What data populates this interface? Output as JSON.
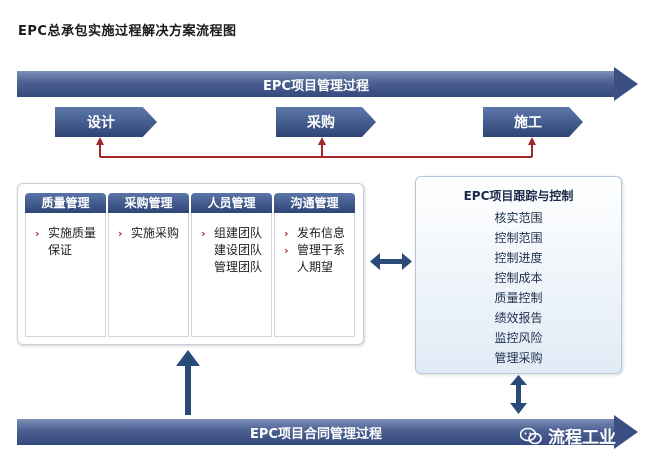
{
  "title": "EPC总承包实施过程解决方案流程图",
  "top_bar": {
    "label": "EPC项目管理过程"
  },
  "bottom_bar": {
    "label": "EPC项目合同管理过程"
  },
  "phases": [
    {
      "label": "设计"
    },
    {
      "label": "采购"
    },
    {
      "label": "施工"
    }
  ],
  "management": {
    "columns": [
      {
        "header": "质量管理",
        "items": [
          {
            "lines": [
              "实施质量",
              "保证"
            ]
          }
        ]
      },
      {
        "header": "采购管理",
        "items": [
          {
            "lines": [
              "实施采购"
            ]
          }
        ]
      },
      {
        "header": "人员管理",
        "items": [
          {
            "lines": [
              "组建团队",
              "建设团队",
              "管理团队"
            ]
          }
        ]
      },
      {
        "header": "沟通管理",
        "items": [
          {
            "lines": [
              "发布信息"
            ]
          },
          {
            "lines": [
              "管理干系",
              "人期望"
            ]
          }
        ]
      }
    ]
  },
  "tracking": {
    "title": "EPC项目跟踪与控制",
    "items": [
      "核实范围",
      "控制范围",
      "控制进度",
      "控制成本",
      "质量控制",
      "绩效报告",
      "监控风险",
      "管理采购"
    ]
  },
  "watermark": {
    "text": "流程工业",
    "icon": "wechat-icon"
  },
  "colors": {
    "bar": "#3b4f82",
    "header": "#2f4676",
    "connector_red": "#a02828",
    "connector_blue": "#2a4a78"
  }
}
